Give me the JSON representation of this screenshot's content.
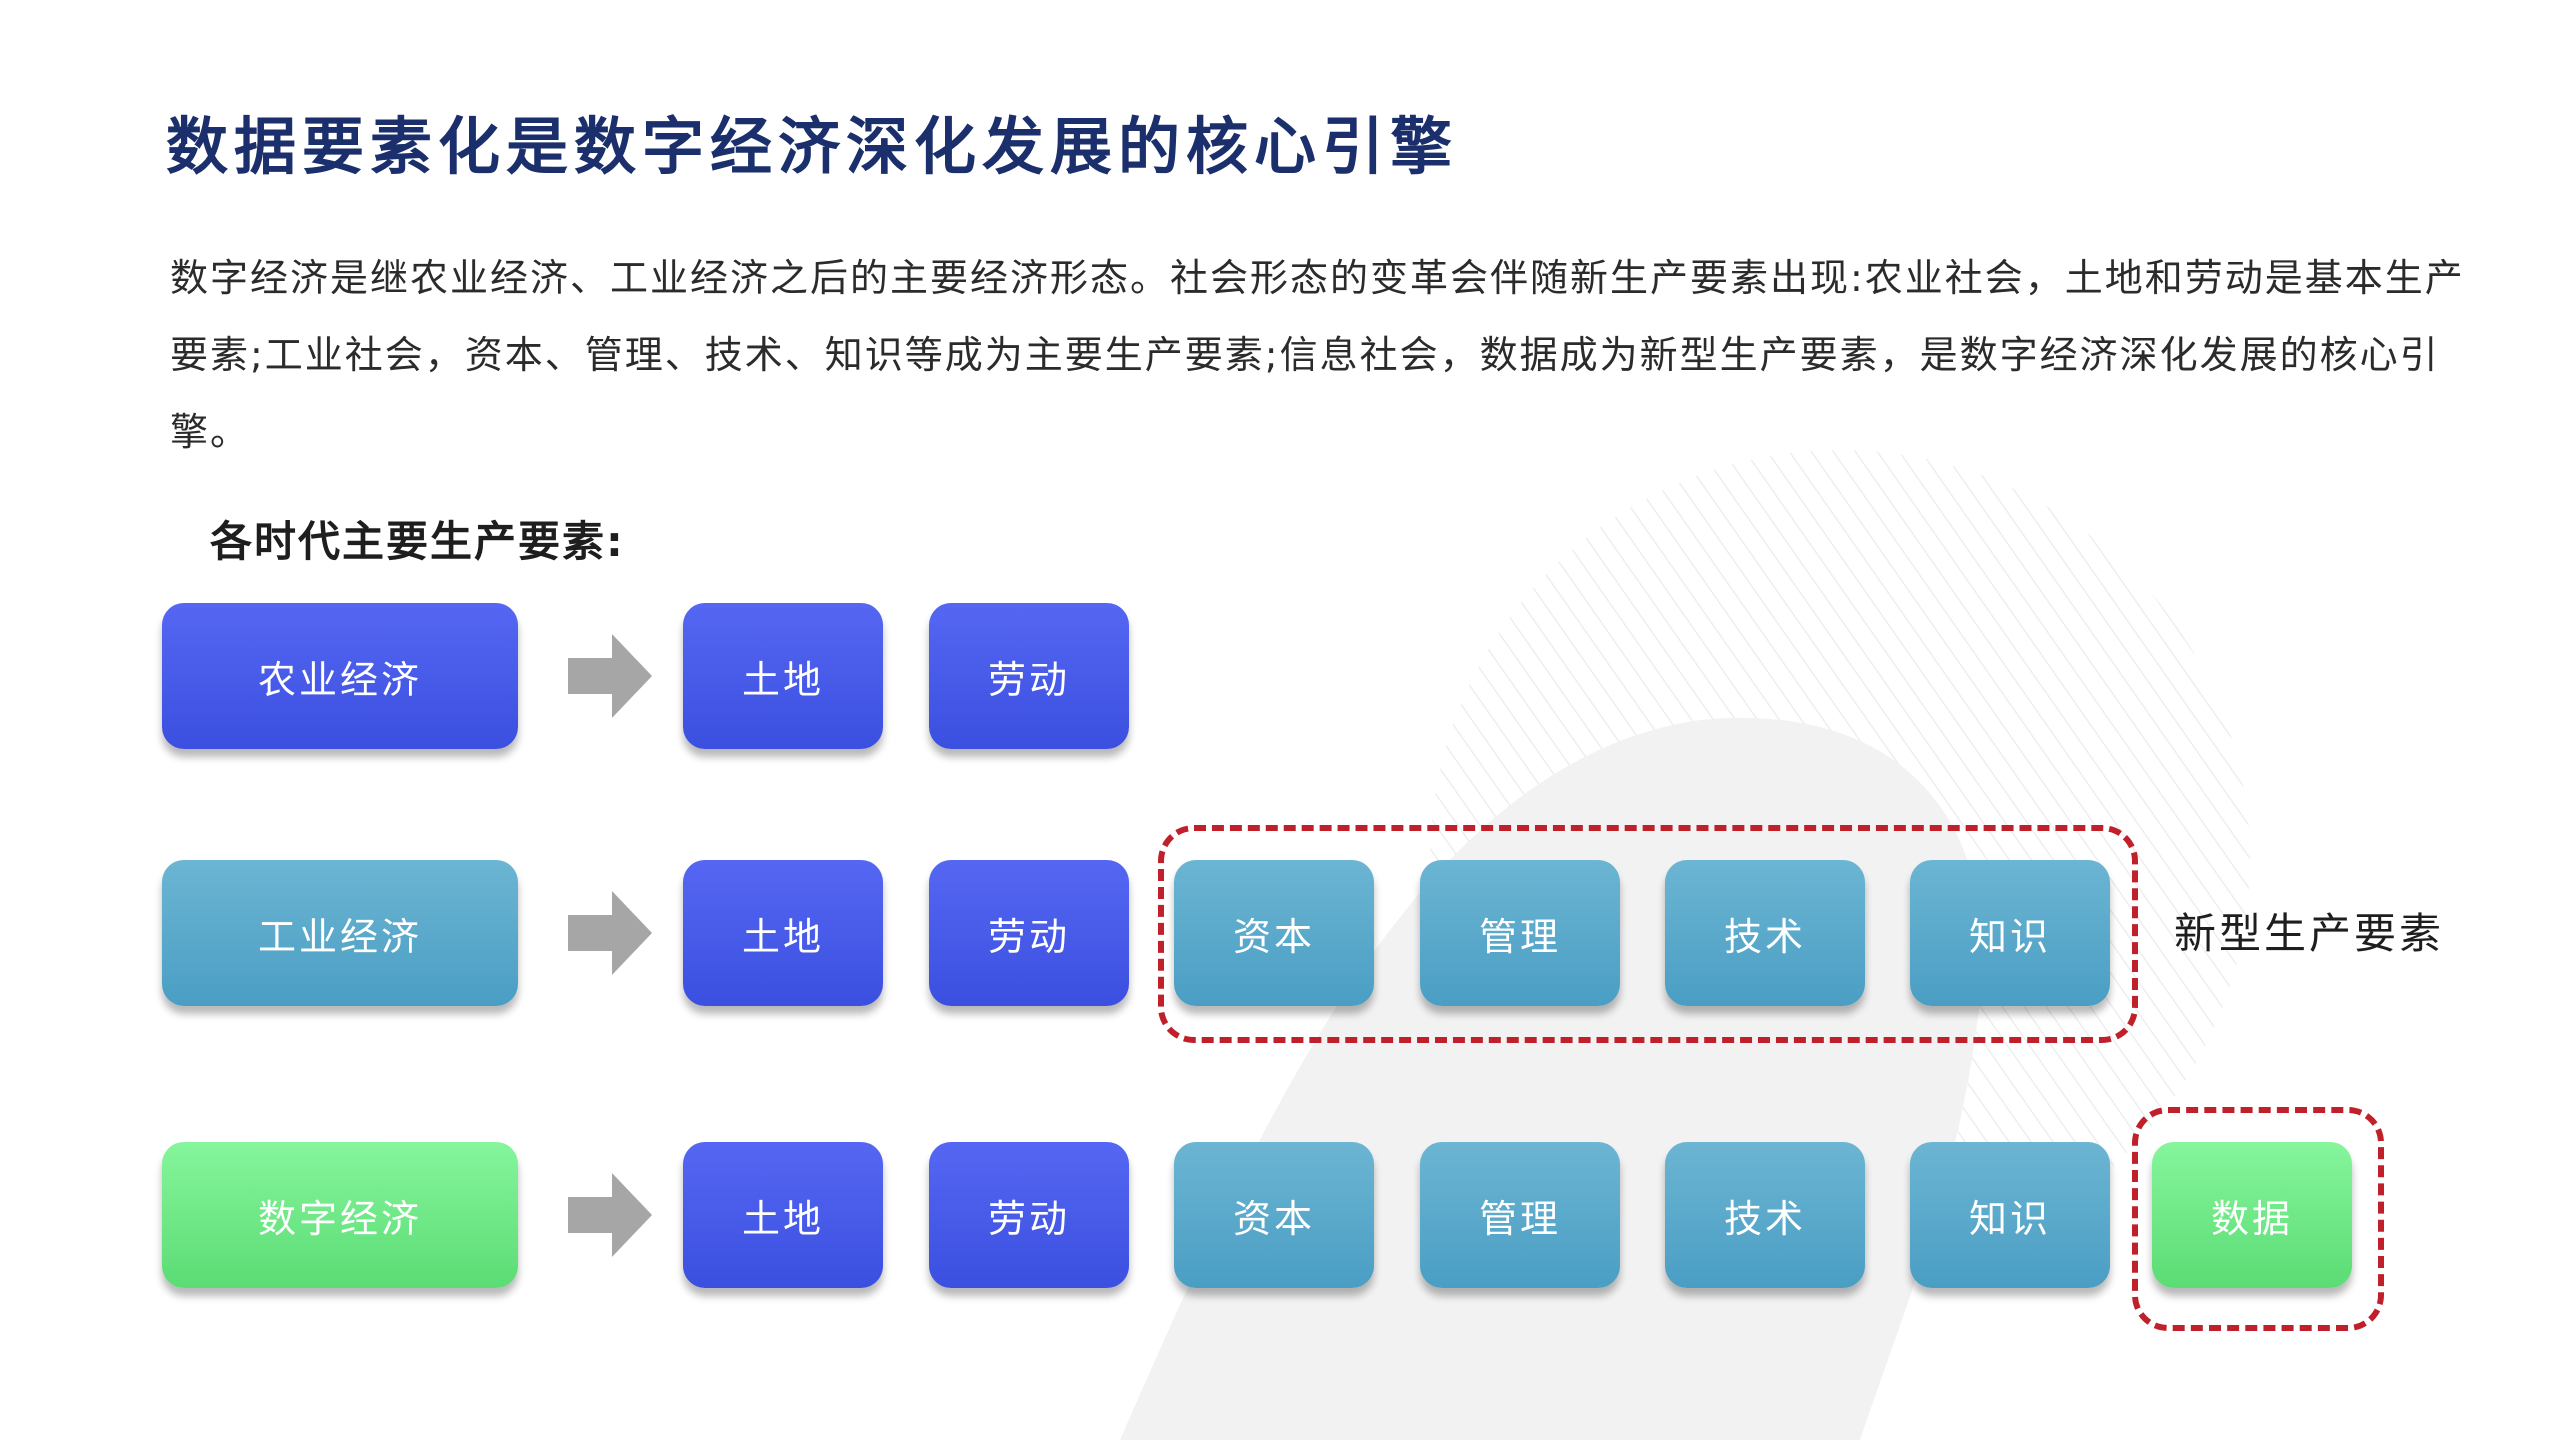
{
  "title": "数据要素化是数字经济深化发展的核心引擎",
  "paragraph": "数字经济是继农业经济、工业经济之后的主要经济形态。社会形态的变革会伴随新生产要素出现:农业社会，土地和劳动是基本生产要素;工业社会，资本、管理、技术、知识等成为主要生产要素;信息社会，数据成为新型生产要素，是数字经济深化发展的核心引擎。",
  "subtitle": "各时代主要生产要素:",
  "rows": [
    {
      "era": "农业经济",
      "elements": [
        "土地",
        "劳动"
      ]
    },
    {
      "era": "工业经济",
      "elements": [
        "土地",
        "劳动",
        "资本",
        "管理",
        "技术",
        "知识"
      ]
    },
    {
      "era": "数字经济",
      "elements": [
        "土地",
        "劳动",
        "资本",
        "管理",
        "技术",
        "知识",
        "数据"
      ]
    }
  ],
  "new_factor_label": "新型生产要素",
  "colors": {
    "title": "#1a2f6b",
    "purple": "#4a5cec",
    "teal": "#58a8cb",
    "green": "#6deb85",
    "dash": "#c0202a",
    "arrow": "#a6a6a6"
  }
}
